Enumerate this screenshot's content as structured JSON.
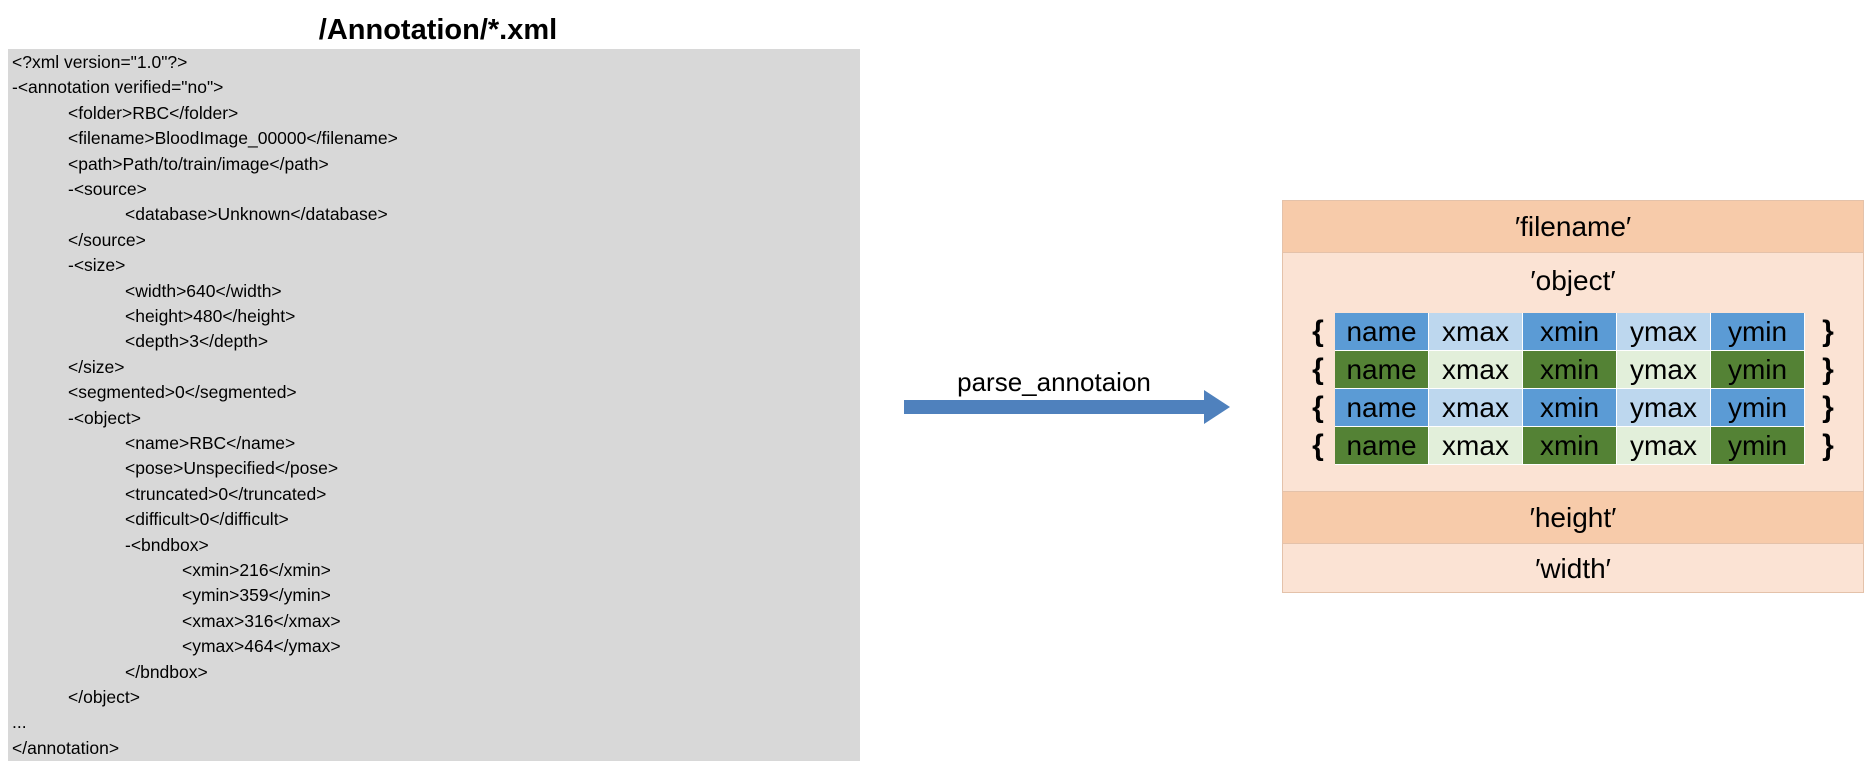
{
  "title": "/Annotation/*.xml",
  "xml_lines": [
    {
      "indent": 0,
      "text": "<?xml version=\"1.0\"?>"
    },
    {
      "indent": 0,
      "text": "-<annotation verified=\"no\">"
    },
    {
      "indent": 1,
      "text": "<folder>RBC</folder>"
    },
    {
      "indent": 1,
      "text": "<filename>BloodImage_00000</filename>"
    },
    {
      "indent": 1,
      "text": "<path>Path/to/train/image</path>"
    },
    {
      "indent": 1,
      "text": "-<source>"
    },
    {
      "indent": 2,
      "text": "<database>Unknown</database>"
    },
    {
      "indent": 1,
      "text": "</source>"
    },
    {
      "indent": 1,
      "text": "-<size>"
    },
    {
      "indent": 2,
      "text": "<width>640</width>"
    },
    {
      "indent": 2,
      "text": "<height>480</height>"
    },
    {
      "indent": 2,
      "text": "<depth>3</depth>"
    },
    {
      "indent": 1,
      "text": "</size>"
    },
    {
      "indent": 1,
      "text": "<segmented>0</segmented>"
    },
    {
      "indent": 1,
      "text": "-<object>"
    },
    {
      "indent": 2,
      "text": "<name>RBC</name>"
    },
    {
      "indent": 2,
      "text": "<pose>Unspecified</pose>"
    },
    {
      "indent": 2,
      "text": "<truncated>0</truncated>"
    },
    {
      "indent": 2,
      "text": "<difficult>0</difficult>"
    },
    {
      "indent": 2,
      "text": "-<bndbox>"
    },
    {
      "indent": 3,
      "text": "<xmin>216</xmin>"
    },
    {
      "indent": 3,
      "text": "<ymin>359</ymin>"
    },
    {
      "indent": 3,
      "text": "<xmax>316</xmax>"
    },
    {
      "indent": 3,
      "text": "<ymax>464</ymax>"
    },
    {
      "indent": 2,
      "text": "</bndbox>"
    },
    {
      "indent": 1,
      "text": "</object>"
    },
    {
      "indent": 0,
      "text": "..."
    },
    {
      "indent": 0,
      "text": "</annotation>"
    }
  ],
  "arrow_label": "parse_annotaion",
  "structure": {
    "filename": "′filename′",
    "object": "′object′",
    "height": "′height′",
    "width": "′width′",
    "brace_open": "{",
    "brace_close": "}",
    "rows": [
      {
        "scheme": "blue",
        "cells": [
          "name",
          "xmax",
          "xmin",
          "ymax",
          "ymin"
        ]
      },
      {
        "scheme": "green",
        "cells": [
          "name",
          "xmax",
          "xmin",
          "ymax",
          "ymin"
        ]
      },
      {
        "scheme": "blue",
        "cells": [
          "name",
          "xmax",
          "xmin",
          "ymax",
          "ymin"
        ]
      },
      {
        "scheme": "green",
        "cells": [
          "name",
          "xmax",
          "xmin",
          "ymax",
          "ymin"
        ]
      }
    ]
  },
  "colors": {
    "xml_panel": "#d8d8d8",
    "arrow": "#4f81bd",
    "band_dark": "#f7cbaa",
    "band_light": "#fbe3d4",
    "blue_dark": "#5b9bd5",
    "blue_light": "#bdd7ee",
    "green_dark": "#548235",
    "green_light": "#e2efda"
  }
}
